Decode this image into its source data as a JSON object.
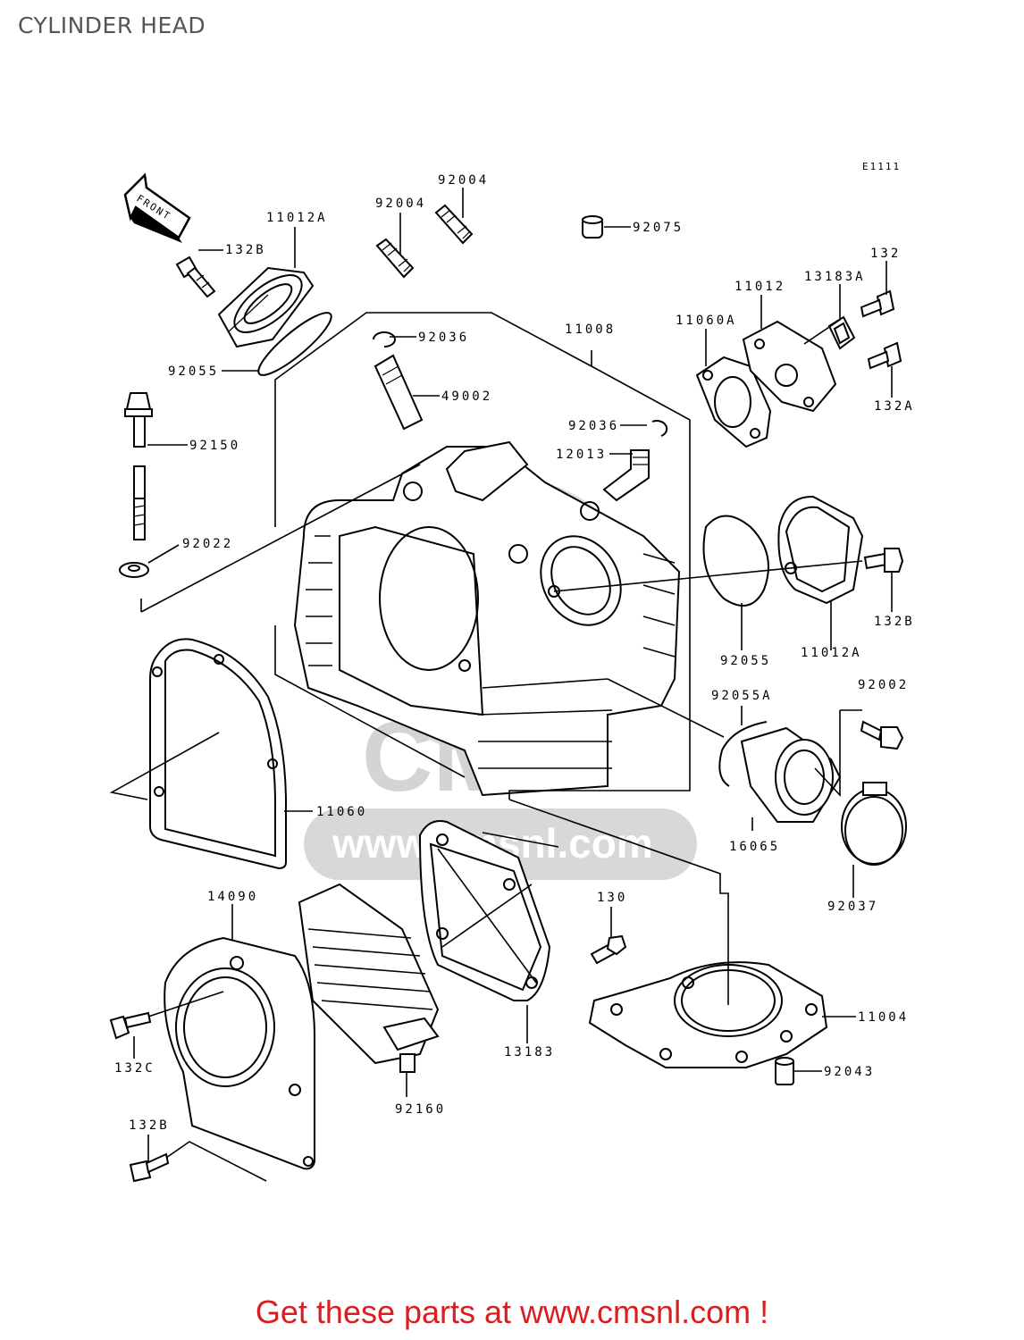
{
  "page_title": "CYLINDER HEAD",
  "diagram_code": "E1111",
  "front_label": "FRONT",
  "promo_text": "Get these parts at www.cmsnl.com !",
  "watermark_text": "www.cmsnl.com",
  "watermark_brand": "CMS",
  "colors": {
    "promo": "#d81e1e",
    "title": "#555555",
    "watermark": "#d8d8d8"
  },
  "parts": {
    "p92004a": "92004",
    "p92004b": "92004",
    "p11012A_top": "11012A",
    "p132B_top": "132B",
    "p92075": "92075",
    "p132_top": "132",
    "p11012": "11012",
    "p13183A": "13183A",
    "p11060A": "11060A",
    "p11008": "11008",
    "p92036a": "92036",
    "p49002": "49002",
    "p92055_left": "92055",
    "p92150": "92150",
    "p132A": "132A",
    "p92036b": "92036",
    "p12013": "12013",
    "p92022": "92022",
    "p132B_right": "132B",
    "p92055_mid": "92055",
    "p11012A_right": "11012A",
    "p92002": "92002",
    "p92055A": "92055A",
    "p11060": "11060",
    "p16065": "16065",
    "p92037": "92037",
    "p14090": "14090",
    "p130": "130",
    "p11004": "11004",
    "p13183": "13183",
    "p132C": "132C",
    "p92043": "92043",
    "p92160": "92160",
    "p132B_bottom": "132B"
  }
}
